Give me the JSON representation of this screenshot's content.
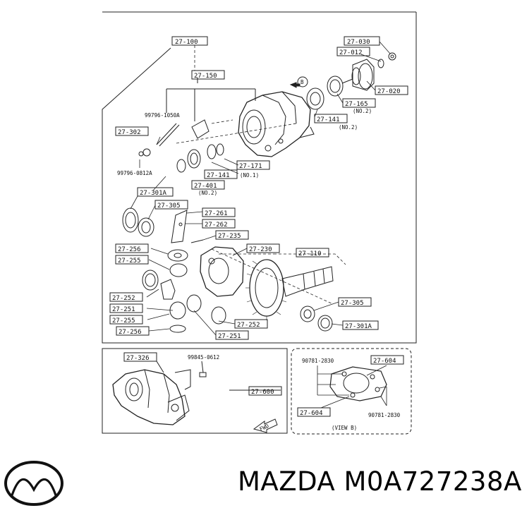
{
  "parts": {
    "p27_100": "27-100",
    "p27_030": "27-030",
    "p27_012": "27-012",
    "p27_150": "27-150",
    "p27_020": "27-020",
    "p27_165": "27-165",
    "p27_165_note": "(NO.2)",
    "p27_141_top": "27-141",
    "p27_141_top_note": "(NO.2)",
    "p99796_1050A": "99796-1050A",
    "p27_302": "27-302",
    "p27_171": "27-171",
    "p27_141_mid": "27-141",
    "p27_141_mid_note": "(NO.1)",
    "p99796_0812A": "99796-0812A",
    "p27_401": "27-401",
    "p27_401_note": "(NO.2)",
    "p27_301A_top": "27-301A",
    "p27_305_top": "27-305",
    "p27_261": "27-261",
    "p27_262": "27-262",
    "p27_235": "27-235",
    "p27_256_top": "27-256",
    "p27_230": "27-230",
    "p27_110": "27-110",
    "p27_255_top": "27-255",
    "p27_252_left": "27-252",
    "p27_251_left": "27-251",
    "p27_255_bot": "27-255",
    "p27_305_bot": "27-305",
    "p27_256_bot": "27-256",
    "p27_252_bot": "27-252",
    "p27_301A_bot": "27-301A",
    "p27_251_bot": "27-251",
    "p27_326": "27-326",
    "p99845_0612": "99845-0612",
    "p27_600": "27-600",
    "p90781_2830_a": "90781-2830",
    "p27_604_a": "27-604",
    "p27_604_b": "27-604",
    "p90781_2830_b": "90781-2830",
    "view_b": "(VIEW B)",
    "callout_b": "B",
    "fwd": "FWD"
  },
  "brand": {
    "logo_icon": "mazda-logo-icon",
    "text": "MAZDA M0A727238A"
  }
}
